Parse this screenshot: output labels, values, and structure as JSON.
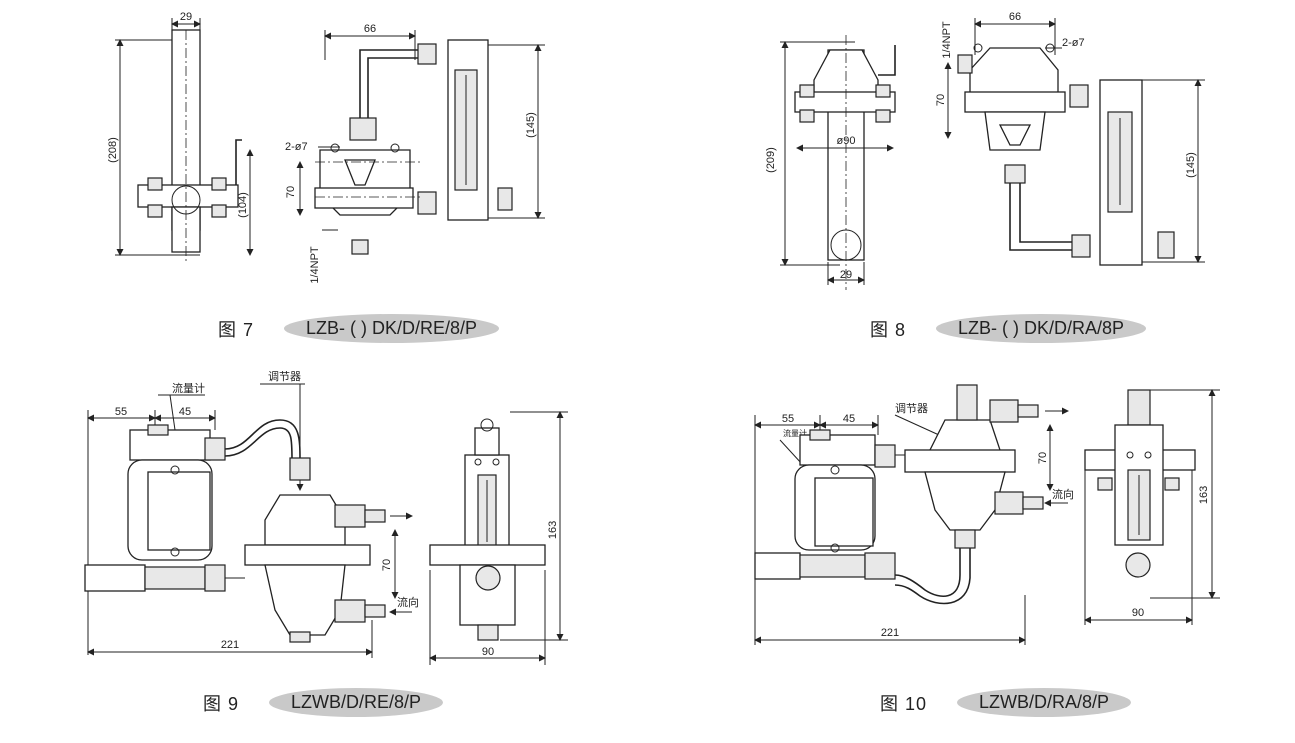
{
  "figures": [
    {
      "number": "图 7",
      "model": "LZB- ( ) DK/D/RE/8/P",
      "dims": {
        "top_width": "29",
        "height": "(208)",
        "sub_height": "(104)",
        "span": "66",
        "right_height": "(145)",
        "holes": "2-ø7",
        "spacing": "70",
        "port": "1/4NPT"
      }
    },
    {
      "number": "图 8",
      "model": "LZB- ( ) DK/D/RA/8P",
      "dims": {
        "port": "1/4NPT",
        "span": "66",
        "holes": "2-ø7",
        "spacing": "70",
        "height": "(209)",
        "diameter": "ø90",
        "bottom_width": "29",
        "right_height": "(145)"
      }
    },
    {
      "number": "图 9",
      "model": "LZWB/D/RE/8/P",
      "labels": {
        "flowmeter": "流量计",
        "regulator": "调节器",
        "flow_direction": "流向"
      },
      "dims": {
        "a": "55",
        "b": "45",
        "spacing": "70",
        "height": "163",
        "total": "221",
        "side_width": "90"
      }
    },
    {
      "number": "图 10",
      "model": "LZWB/D/RA/8/P",
      "labels": {
        "flowmeter": "流量计",
        "regulator": "调节器",
        "flow_direction": "流向"
      },
      "dims": {
        "a": "55",
        "b": "45",
        "spacing": "70",
        "height": "163",
        "total": "221",
        "side_width": "90"
      }
    }
  ],
  "icons": [
    "arrow-right-icon",
    "arrow-left-icon"
  ]
}
